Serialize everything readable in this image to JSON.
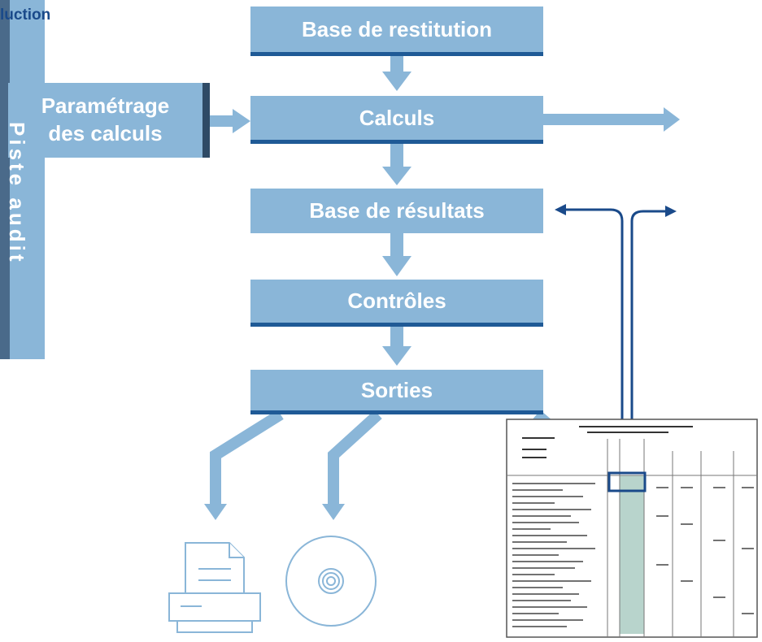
{
  "title_fragment": "luction",
  "nodes": {
    "base_restitution": "Base de restitution",
    "calculs": "Calculs",
    "parametrage_line1": "Paramétrage",
    "parametrage_line2": "des calculs",
    "base_resultats": "Base de résultats",
    "controles": "Contrôles",
    "sorties": "Sorties",
    "piste_audit": "Piste audit"
  },
  "outputs": [
    "printer-icon",
    "cd-disc-icon",
    "report-document"
  ],
  "colors": {
    "box_fill": "#8ab6d8",
    "box_shadow": "#1f5a96",
    "dark_navy": "#1a4a8a",
    "audit_line": "#1a4a8a"
  }
}
